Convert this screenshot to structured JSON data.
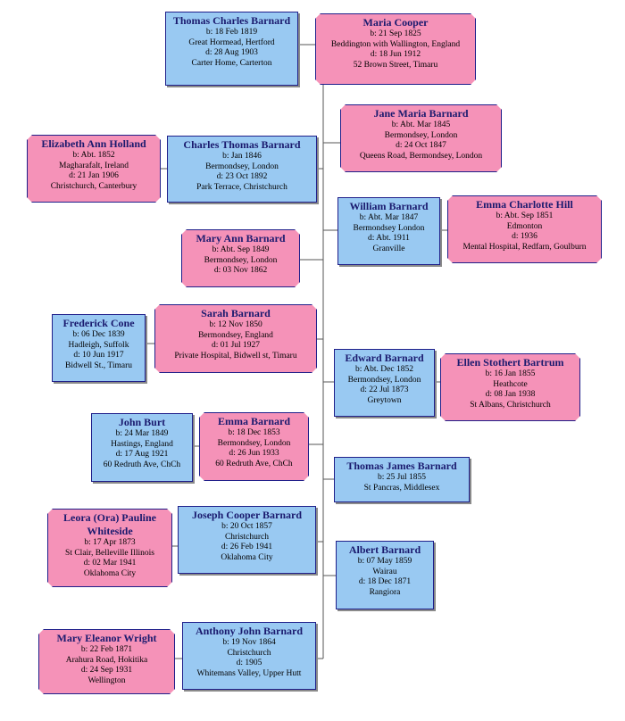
{
  "colors": {
    "male": "#99c9f2",
    "female": "#f592b8",
    "border": "#1f1f8a",
    "line": "#555555"
  },
  "persons": {
    "thomas_charles": {
      "name": "Thomas Charles Barnard",
      "lines": [
        "b: 18 Feb 1819",
        "Great Hormead, Hertford",
        "d: 28 Aug 1903",
        "Carter Home, Carterton"
      ]
    },
    "maria_cooper": {
      "name": "Maria Cooper",
      "lines": [
        "b: 21 Sep 1825",
        "Beddington with Wallington, England",
        "d: 18 Jun 1912",
        "52 Brown Street, Timaru"
      ]
    },
    "jane_maria": {
      "name": "Jane Maria Barnard",
      "lines": [
        "b: Abt. Mar 1845",
        "Bermondsey, London",
        "d: 24 Oct 1847",
        "Queens Road, Bermondsey, London"
      ]
    },
    "elizabeth_ann": {
      "name": "Elizabeth Ann Holland",
      "lines": [
        "b: Abt. 1852",
        "Magharafalt, Ireland",
        "d: 21 Jan 1906",
        "Christchurch, Canterbury"
      ]
    },
    "charles_thomas": {
      "name": "Charles Thomas Barnard",
      "lines": [
        "b: Jan 1846",
        "Bermondsey, London",
        "d: 23 Oct 1892",
        "Park Terrace, Christchurch"
      ]
    },
    "william": {
      "name": "William Barnard",
      "lines": [
        "b: Abt. Mar 1847",
        "Bermondsey London",
        "d: Abt. 1911",
        "Granville"
      ]
    },
    "emma_charlotte": {
      "name": "Emma Charlotte Hill",
      "lines": [
        "b: Abt. Sep 1851",
        "Edmonton",
        "d: 1936",
        "Mental Hospital, Redfarn, Goulburn"
      ]
    },
    "mary_ann": {
      "name": "Mary Ann Barnard",
      "lines": [
        "b: Abt. Sep 1849",
        "Bermondsey, London",
        "d: 03 Nov 1862"
      ]
    },
    "frederick": {
      "name": "Frederick Cone",
      "lines": [
        "b: 06 Dec 1839",
        "Hadleigh, Suffolk",
        "d: 10 Jun 1917",
        "Bidwell St., Timaru"
      ]
    },
    "sarah": {
      "name": "Sarah Barnard",
      "lines": [
        "b: 12 Nov 1850",
        "Bermondsey, England",
        "d: 01 Jul 1927",
        "Private Hospital, Bidwell st, Timaru"
      ]
    },
    "edward": {
      "name": "Edward Barnard",
      "lines": [
        "b: Abt. Dec 1852",
        "Bermondsey, London",
        "d: 22 Jul 1873",
        "Greytown"
      ]
    },
    "ellen": {
      "name": "Ellen Stothert Bartrum",
      "lines": [
        "b: 16 Jan 1855",
        "Heathcote",
        "d: 08 Jan 1938",
        "St Albans, Christchurch"
      ]
    },
    "john_burt": {
      "name": "John Burt",
      "lines": [
        "b: 24 Mar 1849",
        "Hastings, England",
        "d: 17 Aug 1921",
        "60 Redruth Ave, ChCh"
      ]
    },
    "emma_barnard": {
      "name": "Emma Barnard",
      "lines": [
        "b: 18 Dec 1853",
        "Bermondsey, London",
        "d: 26 Jun 1933",
        "60 Redruth Ave, ChCh"
      ]
    },
    "thomas_james": {
      "name": "Thomas James Barnard",
      "lines": [
        "b: 25 Jul 1855",
        "St Pancras, Middlesex"
      ]
    },
    "leora": {
      "name": "Leora (Ora) Pauline Whiteside",
      "lines": [
        "b: 17 Apr 1873",
        "St Clair, Belleville Illinois",
        "d: 02 Mar 1941",
        "Oklahoma City"
      ]
    },
    "joseph": {
      "name": "Joseph Cooper Barnard",
      "lines": [
        "b: 20 Oct 1857",
        "Christchurch",
        "d: 26 Feb 1941",
        "Oklahoma City"
      ]
    },
    "albert": {
      "name": "Albert Barnard",
      "lines": [
        "b: 07 May 1859",
        "Wairau",
        "d: 18 Dec 1871",
        "Rangiora"
      ]
    },
    "mary_eleanor": {
      "name": "Mary Eleanor Wright",
      "lines": [
        "b: 22 Feb 1871",
        "Arahura Road, Hokitika",
        "d: 24 Sep 1931",
        "Wellington"
      ]
    },
    "anthony": {
      "name": "Anthony John Barnard",
      "lines": [
        "b: 19 Nov 1864",
        "Christchurch",
        "d: 1905",
        "Whitemans Valley, Upper Hutt"
      ]
    }
  }
}
